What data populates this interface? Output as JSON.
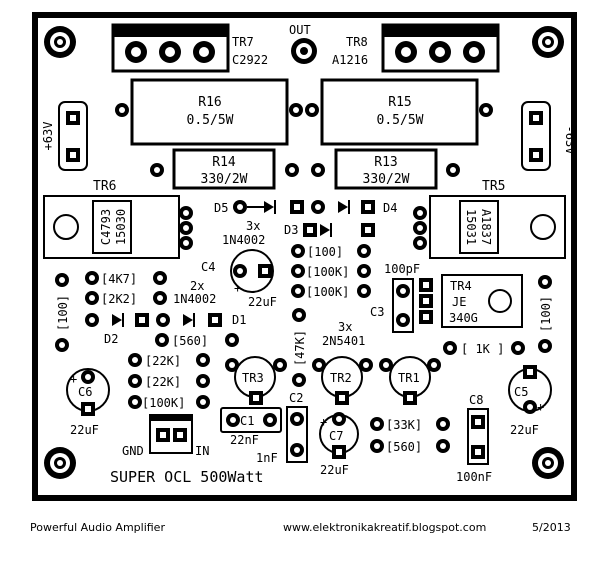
{
  "footer": {
    "left": "Powerful Audio Amplifier",
    "right": "www.elektronikakreatif.blogspot.com",
    "date": "5/2013"
  },
  "board": {
    "title": "SUPER OCL 500Watt",
    "labels": {
      "tr7": "TR7",
      "c2922": "C2922",
      "out": "OUT",
      "tr8": "TR8",
      "a1216": "A1216",
      "p63": "+63V",
      "m63": "-63V",
      "r16": "R16",
      "r16v": "0.5/5W",
      "r15": "R15",
      "r15v": "0.5/5W",
      "r14": "R14",
      "r14v": "330/2W",
      "r13": "R13",
      "r13v": "330/2W",
      "tr6": "TR6",
      "c4793": "C4793",
      "n15030": "15030",
      "tr5": "TR5",
      "a1837": "A1837",
      "n15031": "15031",
      "d5": "D5",
      "d4": "D4",
      "d3": "D3",
      "x3a": "3x",
      "n4002a": "1N4002",
      "c4": "C4",
      "c4v": "22uF",
      "r4k7": "[4K7]",
      "r2k2": "[2K2]",
      "x2": "2x",
      "n4002b": "1N4002",
      "d1": "D1",
      "d2": "D2",
      "r560a": "[560]",
      "r100l": "[100]",
      "r100a": "[100]",
      "r100k1": "[100K]",
      "r100k2": "[100K]",
      "c100pf": "100pF",
      "c3": "C3",
      "tr4": "TR4",
      "je": "JE",
      "n340g": "340G",
      "r100r": "[100]",
      "r47k": "[47K]",
      "x3b": "3x",
      "n2n5401": "2N5401",
      "r1k": "[ 1K ]",
      "r22k1": "[22K]",
      "r22k2": "[22K]",
      "r100k3": "[100K]",
      "tr3": "TR3",
      "tr2": "TR2",
      "tr1": "TR1",
      "c6": "C6",
      "c6v": "22uF",
      "c5": "C5",
      "c5v": "22uF",
      "c1": "C1",
      "c1v": "22nF",
      "c2": "C2",
      "c2v": "1nF",
      "c7": "C7",
      "c7v": "22uF",
      "r33k": "[33K]",
      "r560b": "[560]",
      "c8": "C8",
      "c8v": "100nF",
      "gnd": "GND",
      "in": "IN",
      "plus": "+"
    }
  }
}
